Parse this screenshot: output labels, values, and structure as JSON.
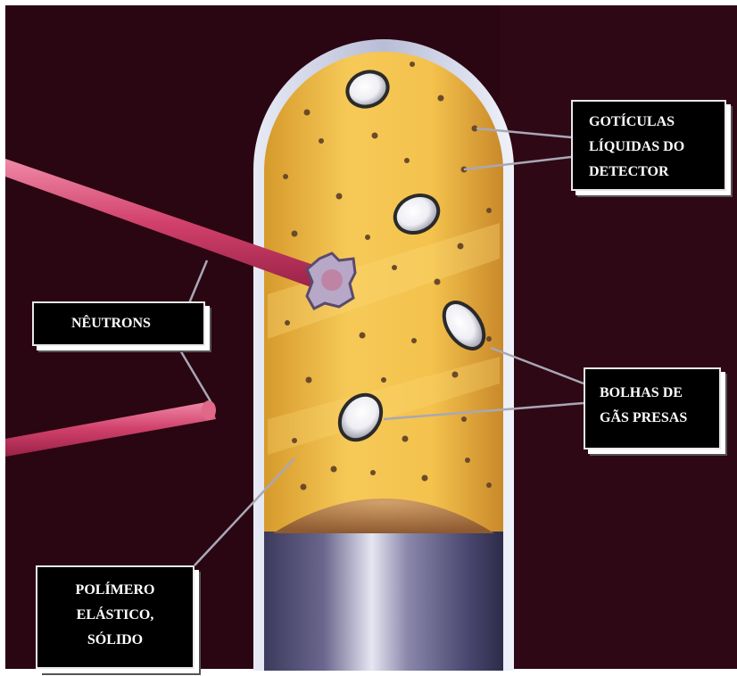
{
  "labels": {
    "droplets": [
      "GOTÍCULAS",
      "LÍQUIDAS DO",
      "DETECTOR"
    ],
    "neutrons": [
      "NÊUTRONS"
    ],
    "bubbles": [
      "BOLHAS DE",
      "GÃS PRESAS"
    ],
    "polymer": [
      "POLÍMERO",
      "ELÁSTICO,",
      "SÓLIDO"
    ]
  },
  "colors": {
    "background": "#2a0512",
    "gel": "#f2bf47",
    "neutron_beam": "#d04068",
    "tube_glass": "#c9cde0",
    "base_metal": "#5a567e",
    "callout_bg": "#000000",
    "callout_text": "#ffffff"
  }
}
